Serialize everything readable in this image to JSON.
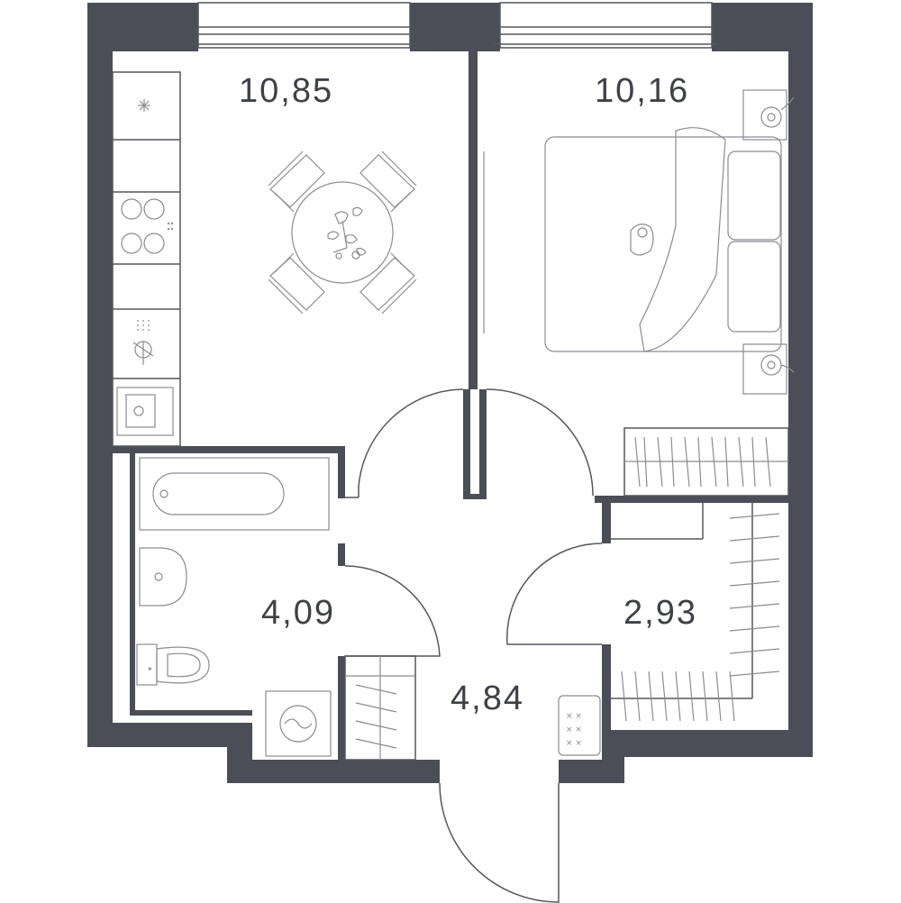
{
  "plan": {
    "wall_color": "#4b4e56",
    "line_color": "#55575e",
    "rooms": [
      {
        "id": "kitchen",
        "area_label": "10,85"
      },
      {
        "id": "bedroom",
        "area_label": "10,16"
      },
      {
        "id": "bathroom",
        "area_label": "4,09"
      },
      {
        "id": "hallway",
        "area_label": "4,84"
      },
      {
        "id": "wardrobe",
        "area_label": "2,93"
      }
    ]
  }
}
